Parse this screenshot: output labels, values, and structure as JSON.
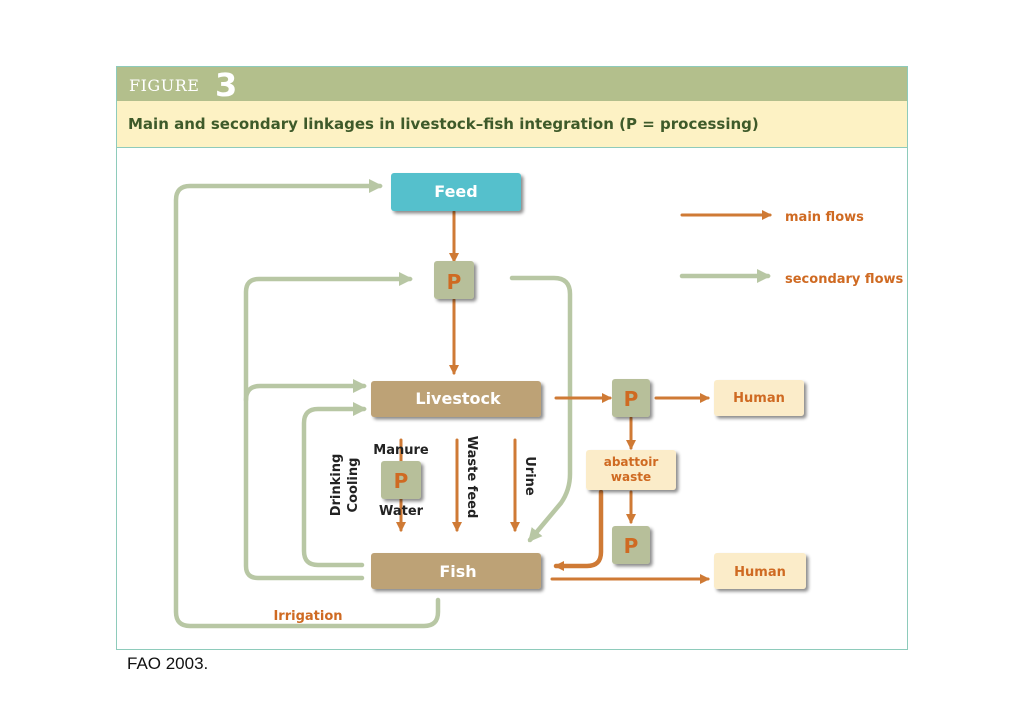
{
  "figure": {
    "label": "FIGURE",
    "number": "3",
    "title": "Main and secondary linkages in livestock–fish integration (P = processing)"
  },
  "nodes": {
    "feed": "Feed",
    "p_top": "P",
    "livestock": "Livestock",
    "fish": "Fish",
    "p_right": "P",
    "human_top": "Human",
    "abattoir": [
      "abattoir",
      "waste"
    ],
    "p_abattoir": "P",
    "human_bottom": "Human",
    "p_manure": "P"
  },
  "labels": {
    "manure": "Manure",
    "water": "Water",
    "drinking": "Drinking",
    "cooling": "Cooling",
    "waste_feed": "Waste feed",
    "urine": "Urine",
    "irrigation": "Irrigation"
  },
  "legend": {
    "main": "main flows",
    "secondary": "secondary flows"
  },
  "colors": {
    "main_flow": "#cf7a35",
    "secondary_flow": "#b8c7a4",
    "feed": "#55c0cc",
    "brown": "#bda276",
    "p_box": "#b7bf9a",
    "cream": "#fbecc9",
    "header": "#b3bf8c",
    "title_band": "#fdf2c4",
    "title_text": "#3e5a2a"
  },
  "source": "FAO 2003."
}
